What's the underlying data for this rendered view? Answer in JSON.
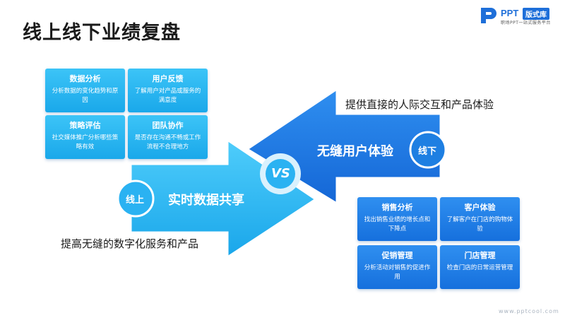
{
  "title": "线上线下业绩复盘",
  "logo": {
    "name": "PPT",
    "badge": "版式库",
    "slogan": "职场PPT一站式服务平台"
  },
  "arrows": {
    "online": {
      "tag": "线上",
      "label": "实时数据共享",
      "color": "#29b6f6"
    },
    "offline": {
      "tag": "线下",
      "label": "无缝用户体验",
      "color": "#1e88e5"
    },
    "vs": "VS"
  },
  "captions": {
    "offline": "提供直接的人际交互和产品体验",
    "online": "提高无缝的数字化服务和产品"
  },
  "online_cards": [
    {
      "title": "数据分析",
      "desc": "分析数据的变化趋势和原因"
    },
    {
      "title": "用户反馈",
      "desc": "了解用户对产品或服务的满意度"
    },
    {
      "title": "策略评估",
      "desc": "社交媒体推广分析哪些策略有效"
    },
    {
      "title": "团队协作",
      "desc": "是否存在沟通不畅或工作流程不合理地方"
    }
  ],
  "offline_cards": [
    {
      "title": "销售分析",
      "desc": "找出销售业绩的增长点和下降点"
    },
    {
      "title": "客户体验",
      "desc": "了解客户在门店的购物体验"
    },
    {
      "title": "促销管理",
      "desc": "分析活动对销售的促进作用"
    },
    {
      "title": "门店管理",
      "desc": "检查门店的日常运营管理"
    }
  ],
  "footer": "www.pptcool.com"
}
